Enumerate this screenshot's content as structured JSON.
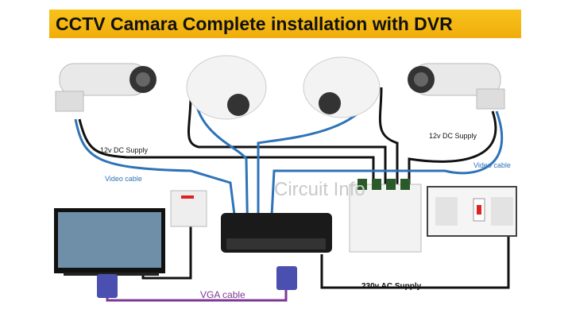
{
  "title": "CCTV Camara  Complete installation with DVR",
  "labels": {
    "dc_left": "12v DC Supply",
    "dc_right": "12v DC Supply",
    "video_left": "Video cable",
    "video_right": "Video cable",
    "vga": "VGA cable",
    "ac": "230v AC Supply",
    "watermark": "Circuit Info"
  },
  "colors": {
    "title_bg": "#f5b814",
    "video_cable": "#2e73b8",
    "vga_cable": "#7b3a96",
    "dc_cable": "#111111"
  }
}
